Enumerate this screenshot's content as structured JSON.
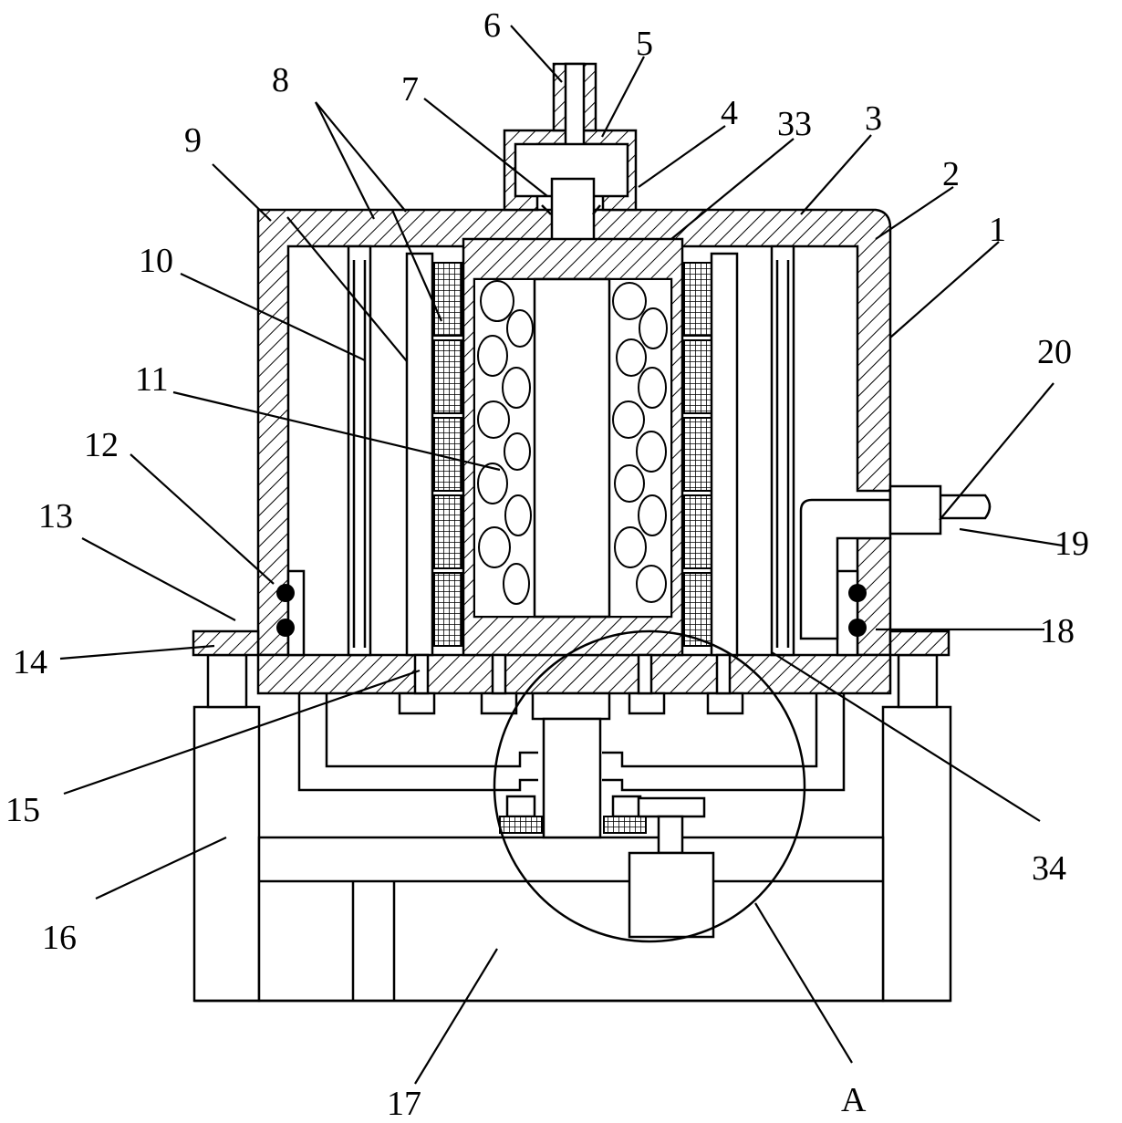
{
  "figure": {
    "labels": [
      {
        "id": "1",
        "text": "1"
      },
      {
        "id": "2",
        "text": "2"
      },
      {
        "id": "3",
        "text": "3"
      },
      {
        "id": "4",
        "text": "4"
      },
      {
        "id": "5",
        "text": "5"
      },
      {
        "id": "6",
        "text": "6"
      },
      {
        "id": "7",
        "text": "7"
      },
      {
        "id": "8",
        "text": "8"
      },
      {
        "id": "9",
        "text": "9"
      },
      {
        "id": "10",
        "text": "10"
      },
      {
        "id": "11",
        "text": "11"
      },
      {
        "id": "12",
        "text": "12"
      },
      {
        "id": "13",
        "text": "13"
      },
      {
        "id": "14",
        "text": "14"
      },
      {
        "id": "15",
        "text": "15"
      },
      {
        "id": "16",
        "text": "16"
      },
      {
        "id": "17",
        "text": "17"
      },
      {
        "id": "18",
        "text": "18"
      },
      {
        "id": "19",
        "text": "19"
      },
      {
        "id": "20",
        "text": "20"
      },
      {
        "id": "33",
        "text": "33"
      },
      {
        "id": "34",
        "text": "34"
      },
      {
        "id": "A",
        "text": "A"
      }
    ]
  }
}
